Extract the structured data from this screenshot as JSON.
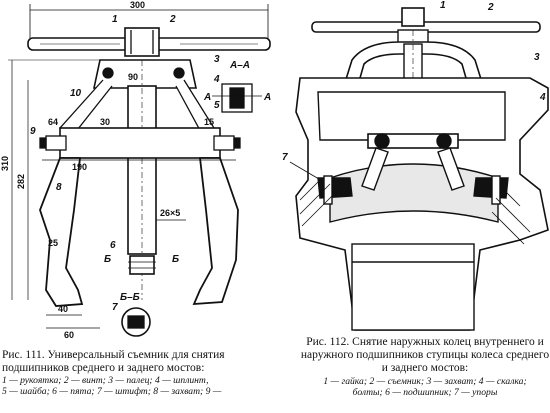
{
  "figure_111": {
    "caption_title": "Рис. 111. Универсальный съемник для снятия подшипников среднего и заднего мостов:",
    "legend_line1": "1 — рукоятка; 2 — винт; 3 — палец; 4 — шплинт,",
    "legend_line2": "5 — шайба; 6 — пята; 7 — штифт; 8 — захват; 9 —",
    "dimensions": [
      "300",
      "90",
      "64",
      "30",
      "190",
      "15",
      "310",
      "282",
      "26×5",
      "25",
      "40",
      "60"
    ],
    "part_labels": [
      "1",
      "2",
      "3",
      "4",
      "5",
      "6",
      "7",
      "8",
      "9",
      "10"
    ],
    "section_labels": [
      "A–A",
      "A",
      "A",
      "Б",
      "Б",
      "Б–Б"
    ]
  },
  "figure_112": {
    "caption_title": "Рис. 112. Снятие наружных колец внутреннего и наружного подшипников ступицы колеса среднего и заднего мостов:",
    "legend_line1": "1 — гайка; 2 — съемник; 3 — захват; 4 — скалка;",
    "legend_line2": "болты; 6 — подшипник; 7 — упоры",
    "part_labels": [
      "1",
      "2",
      "3",
      "4",
      "7"
    ]
  }
}
